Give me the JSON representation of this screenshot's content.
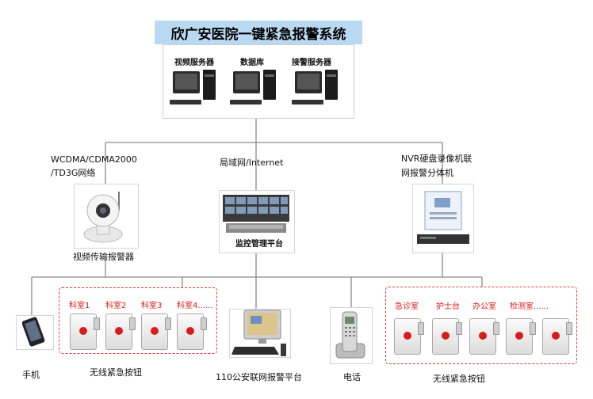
{
  "title": "欣广安医院一键紧急报警系统",
  "servers": [
    "视频服务器",
    "数据库",
    "接警服务器"
  ],
  "networks": {
    "wireless_line1": "WCDMA/CDMA2000",
    "wireless_line2": "/TD3G网络",
    "lan": "局域网/Internet",
    "nvr_line1": "NVR硬盘录像机联",
    "nvr_line2": "网报警分体机"
  },
  "devices": {
    "video_alarm": "视频传输报警器",
    "monitor_platform": "监控管理平台",
    "phone": "手机",
    "wireless_button": "无线紧急按钮",
    "police_platform": "110公安联网报警平台",
    "telephone": "电话",
    "wireless_button_right": "无线紧急按钮"
  },
  "left_rooms": [
    "科室1",
    "科室2",
    "科室3",
    "科室4......"
  ],
  "right_rooms": [
    "急诊室",
    "护士台",
    "办公室",
    "检测室......"
  ],
  "colors": {
    "title_bg": "#b9d9f2",
    "room_label": "#e01818",
    "dashed_border": "#e53935",
    "line": "#8a8a8a"
  },
  "icons": [
    "pc-tower-icon",
    "ip-camera-icon",
    "control-room-icon",
    "nvr-alarm-box-icon",
    "smartphone-icon",
    "panic-button-icon",
    "computer-monitor-icon",
    "cordless-phone-icon"
  ]
}
